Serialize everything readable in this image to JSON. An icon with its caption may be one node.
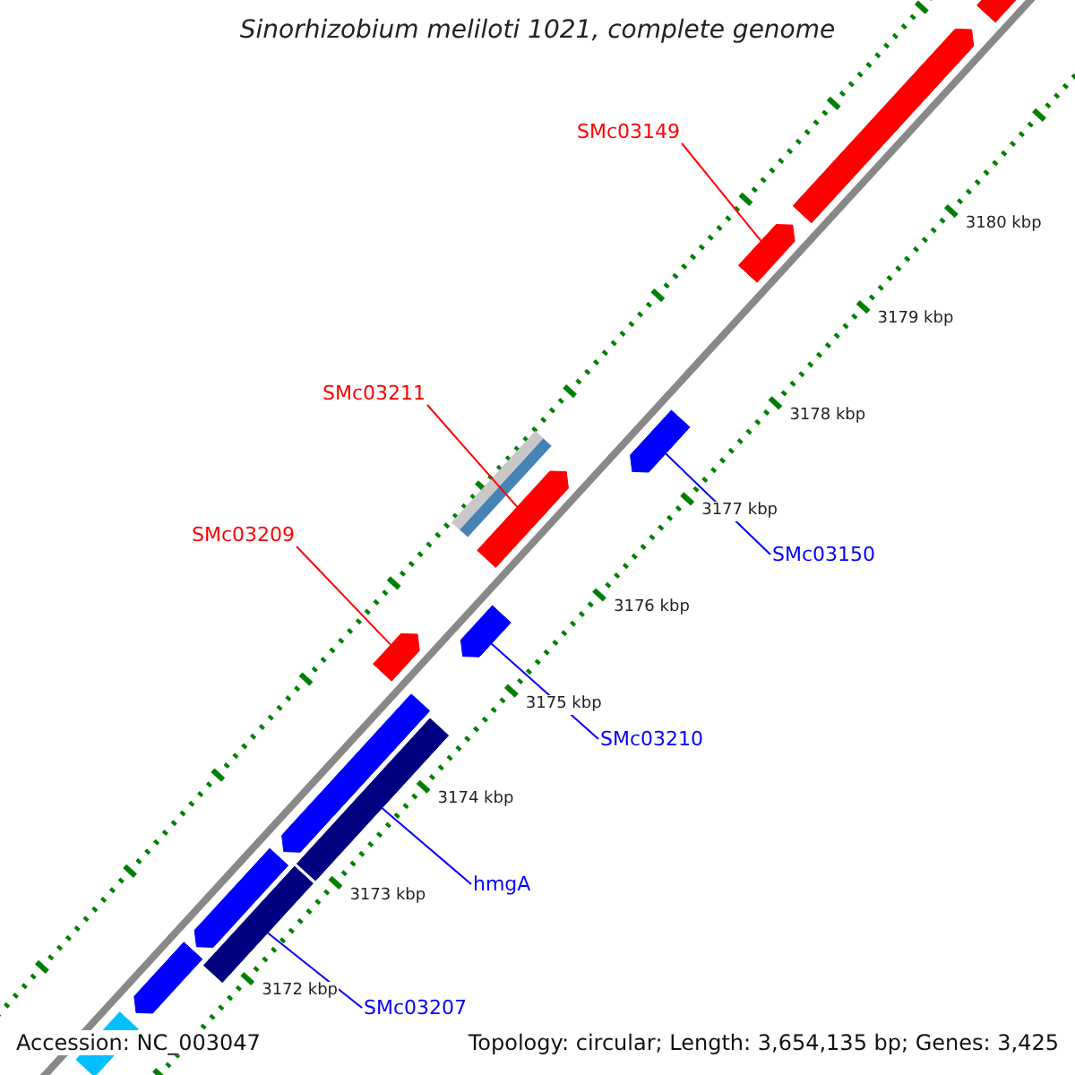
{
  "diagram": {
    "title": "Sinorhizobium meliloti 1021, complete genome",
    "nodes": [
      {
        "text": [
          "SMc03149"
        ]
      },
      {
        "text": [],
        "shape": "arrow"
      },
      {
        "text": [
          "SMc03211"
        ]
      },
      {
        "text": [],
        "shape": "arrow"
      },
      {
        "text": [
          "SMc03209"
        ]
      },
      {
        "text": [],
        "shape": "arrow"
      },
      {
        "text": [
          "SMc03150"
        ]
      },
      {
        "text": [],
        "shape": "arrow"
      },
      {
        "text": [
          "SMc03210"
        ]
      },
      {
        "text": [],
        "shape": "arrow"
      },
      {
        "text": [
          "hmgA"
        ]
      },
      {
        "text": [],
        "shape": "bar"
      },
      {
        "text": [
          "SMc03207"
        ]
      },
      {
        "text": [],
        "shape": "bar"
      },
      {
        "text": [],
        "shape": "arrow"
      },
      {
        "text": [],
        "shape": "arrow"
      },
      {
        "text": [],
        "shape": "arrow"
      },
      {
        "text": [],
        "shape": "arrow"
      },
      {
        "text": [],
        "shape": "arrow"
      },
      {
        "text": [],
        "shape": "bar"
      },
      {
        "text": [],
        "shape": "bar"
      }
    ],
    "edges": [
      {
        "from": 0,
        "to": 1,
        "arrow": "none",
        "color": "#ff0000"
      },
      {
        "from": 2,
        "to": 3,
        "arrow": "none",
        "color": "#ff0000"
      },
      {
        "from": 4,
        "to": 5,
        "arrow": "none",
        "color": "#ff0000"
      },
      {
        "from": 6,
        "to": 7,
        "arrow": "none"
      },
      {
        "from": 8,
        "to": 9,
        "arrow": "none"
      },
      {
        "from": 10,
        "to": 11,
        "arrow": "none"
      },
      {
        "from": 12,
        "to": 13,
        "arrow": "none"
      }
    ],
    "labels": [
      "3180 kbp",
      "3179 kbp",
      "3178 kbp",
      "3177 kbp",
      "3176 kbp",
      "3175 kbp",
      "3174 kbp",
      "3173 kbp",
      "3172 kbp",
      "Accession: NC_003047",
      "Topology: circular; Length: 3,654,135 bp; Genes: 3,425"
    ]
  }
}
